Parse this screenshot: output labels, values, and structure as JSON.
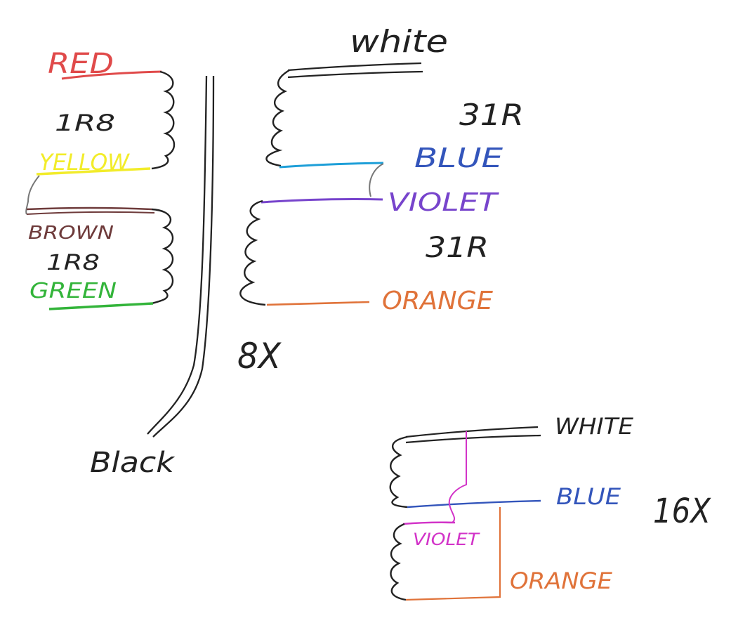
{
  "left_primary": {
    "winding1": {
      "top_wire_label": "RED",
      "resistance_label": "1R8",
      "bottom_wire_label": "YELLOW"
    },
    "winding2": {
      "top_wire_label": "BROWN",
      "resistance_label": "1R8",
      "bottom_wire_label": "GREEN"
    },
    "lead_label": "Black"
  },
  "right_8x": {
    "top_wire_label": "white",
    "winding1_resistance": "31R",
    "mid_wire1_label": "BLUE",
    "mid_wire2_label": "VIOLET",
    "winding2_resistance": "31R",
    "bottom_wire_label": "ORANGE",
    "ratio_label": "8X"
  },
  "right_16x": {
    "top_wire_label": "WHITE",
    "mid_wire1_label": "BLUE",
    "mid_wire2_label": "VIOLET",
    "bottom_wire_label": "ORANGE",
    "ratio_label": "16X"
  },
  "colors": {
    "red": "#e04a4a",
    "yellow": "#f2ec2a",
    "brown": "#6e3b3b",
    "green": "#33b43a",
    "black": "#222222",
    "gray": "#777777",
    "blue": "#1e9fd8",
    "blue_text": "#3355bb",
    "violet": "#7744cc",
    "magenta": "#d233c8",
    "orange": "#e0733a"
  }
}
